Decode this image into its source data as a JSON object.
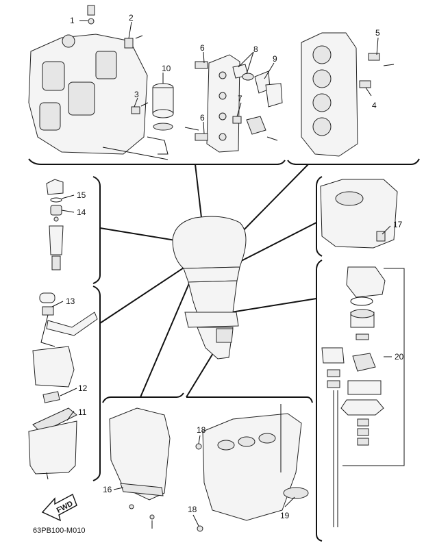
{
  "diagram": {
    "reference_code": "63PB100-M010",
    "fwd_label": "FWD",
    "callouts": [
      "1",
      "2",
      "3",
      "4",
      "5",
      "6",
      "7",
      "8",
      "9",
      "10",
      "11",
      "12",
      "13",
      "14",
      "15",
      "16",
      "17",
      "18",
      "19",
      "20"
    ]
  }
}
